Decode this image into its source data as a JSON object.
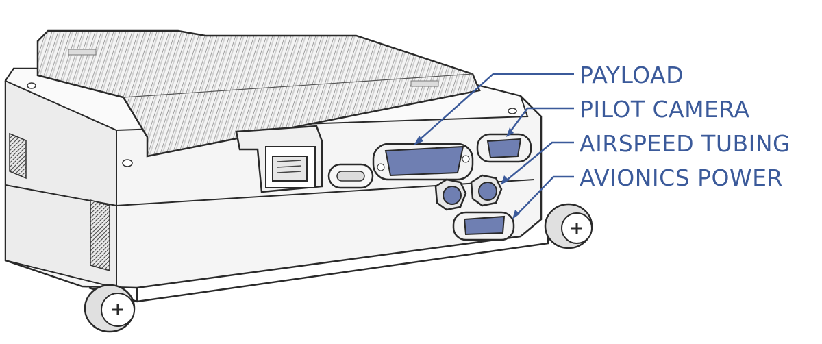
{
  "colors": {
    "callout": "#3b5a9a",
    "outline": "#2a2a2a",
    "body": "#f3f3f3",
    "connector": "#6f7fb2",
    "shade": "#cfcfcf"
  },
  "callouts": [
    {
      "label": "PAYLOAD"
    },
    {
      "label": "PILOT CAMERA"
    },
    {
      "label": "AIRSPEED TUBING"
    },
    {
      "label": "AVIONICS POWER"
    }
  ]
}
